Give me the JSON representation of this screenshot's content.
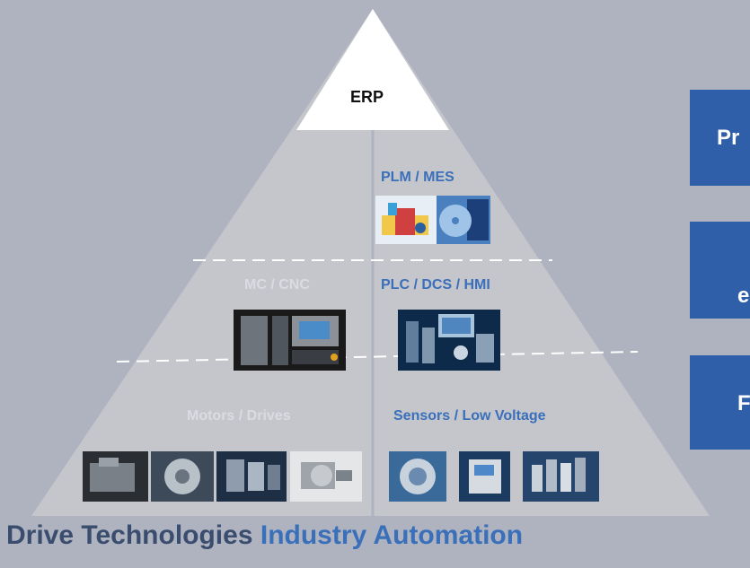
{
  "pyramid": {
    "top_label": "ERP",
    "levels": [
      {
        "left": "",
        "right": "PLM / MES"
      },
      {
        "left": "MC / CNC",
        "right": "PLC / DCS / HMI"
      },
      {
        "left": "Motors / Drives",
        "right": "Sensors / Low Voltage"
      }
    ]
  },
  "side_boxes": [
    {
      "text": "Pr"
    },
    {
      "text": "e"
    },
    {
      "text": "F"
    }
  ],
  "footer": {
    "left": "Drive Technologies",
    "right": "Industry Automation"
  },
  "colors": {
    "background": "#aeb3bf",
    "pyramid": "#c4c6cc",
    "apex": "#ffffff",
    "accent_blue": "#3a6fb9",
    "box_blue": "#2f5fa8",
    "dark_label": "#3b4d6e"
  },
  "icons": [
    "plm-software-icon",
    "mes-cd-icon",
    "cnc-controller-icon",
    "plc-hardware-icon",
    "motor-icon",
    "gearbox-icon",
    "drive-cabinet-icon",
    "servo-motor-icon",
    "sensor-icon",
    "low-voltage-device-icon",
    "switchgear-icon"
  ]
}
